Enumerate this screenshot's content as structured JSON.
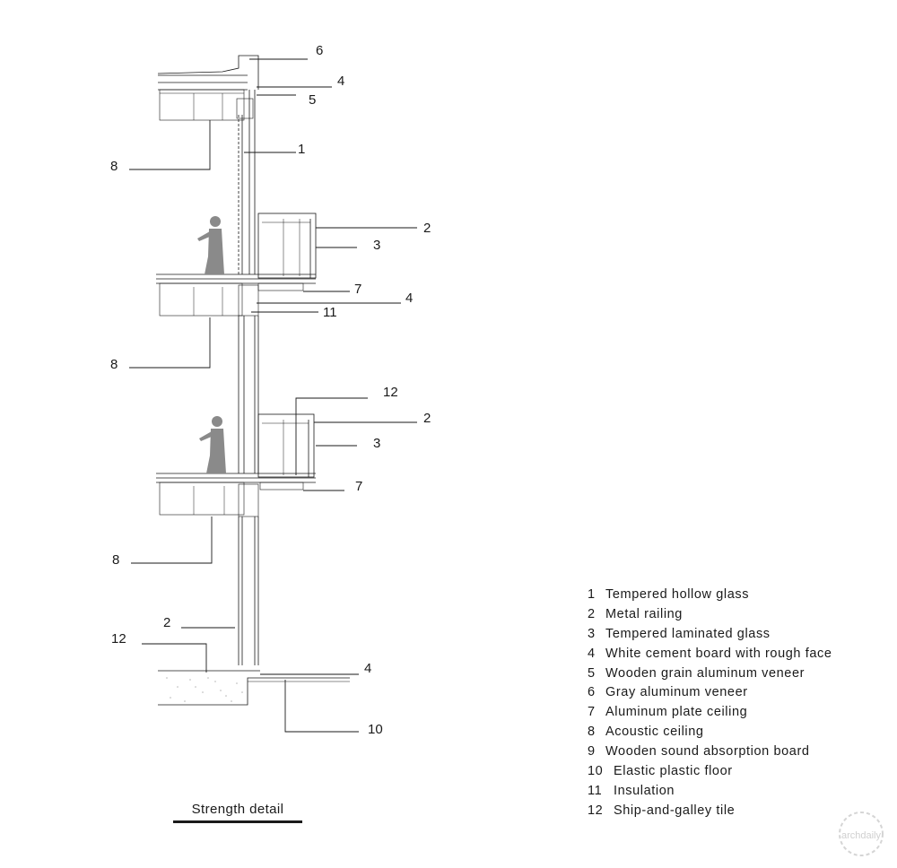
{
  "title": "Strength detail",
  "legend": [
    {
      "num": "1",
      "text": "Tempered hollow glass"
    },
    {
      "num": "2",
      "text": "Metal railing"
    },
    {
      "num": "3",
      "text": "Tempered laminated glass"
    },
    {
      "num": "4",
      "text": "White cement board with rough face"
    },
    {
      "num": "5",
      "text": "Wooden grain aluminum veneer"
    },
    {
      "num": "6",
      "text": "Gray aluminum veneer"
    },
    {
      "num": "7",
      "text": "Aluminum plate ceiling"
    },
    {
      "num": "8",
      "text": "Acoustic ceiling"
    },
    {
      "num": "9",
      "text": "Wooden sound absorption board"
    },
    {
      "num": "10",
      "text": "Elastic plastic floor"
    },
    {
      "num": "11",
      "text": "Insulation"
    },
    {
      "num": "12",
      "text": "Ship-and-galley tile"
    }
  ],
  "callouts": [
    "6",
    "4",
    "5",
    "1",
    "8",
    "2",
    "3",
    "7",
    "4",
    "11",
    "8",
    "12",
    "2",
    "3",
    "7",
    "8",
    "2",
    "12",
    "4",
    "10"
  ],
  "watermark": "archdaily",
  "line_color": "#1a1a1a",
  "figure_color": "#8a8a8a"
}
